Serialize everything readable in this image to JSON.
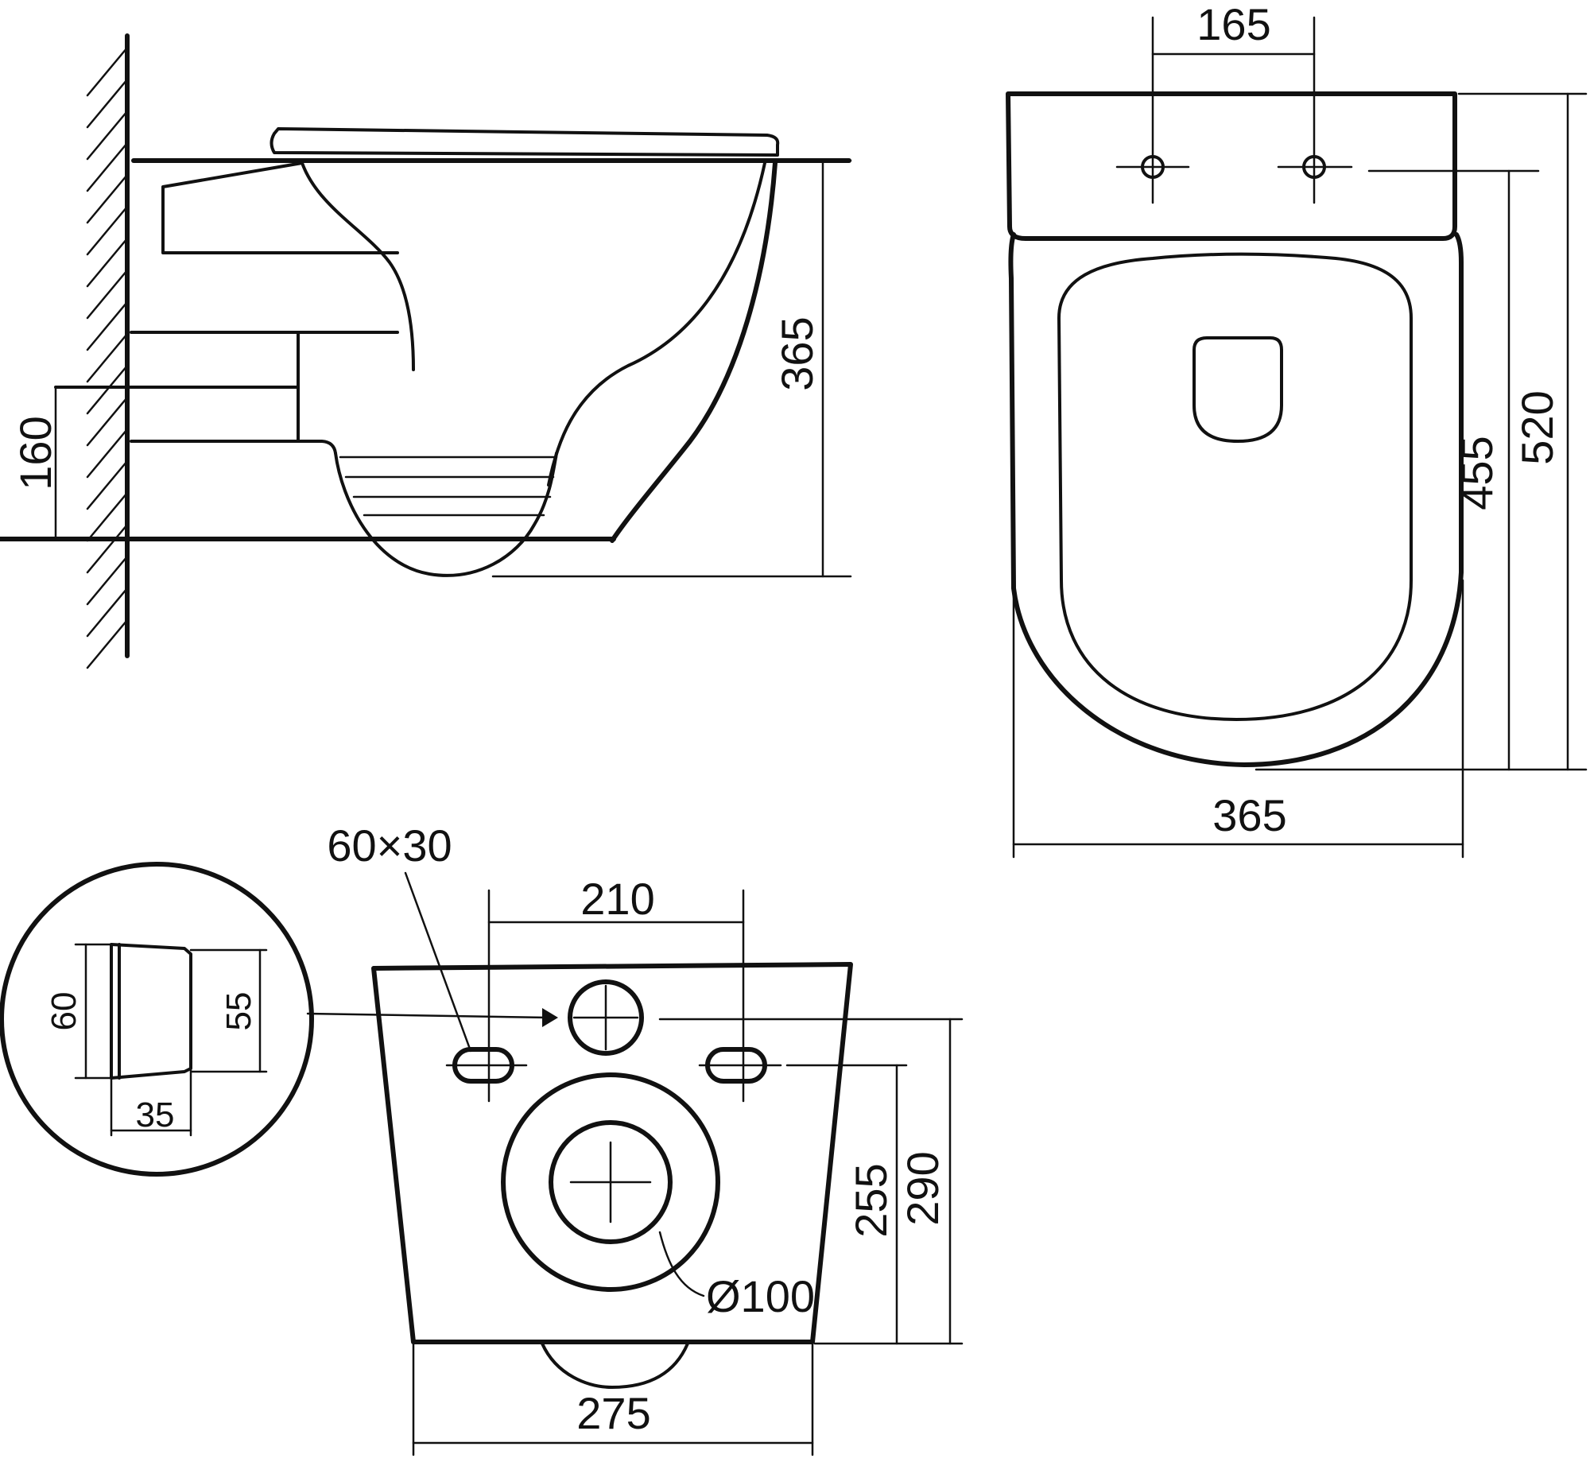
{
  "side_view": {
    "height_label": "365",
    "outlet_height_label": "160"
  },
  "top_view": {
    "hole_spacing_label": "165",
    "width_label": "365",
    "length_inner_label": "455",
    "length_total_label": "520"
  },
  "rear_view": {
    "bolt_slot_label": "60×30",
    "bolt_spacing_label": "210",
    "outlet_diameter_label": "Ø100",
    "bolt_height_label": "255",
    "top_height_label": "290",
    "base_width_label": "275"
  },
  "detail": {
    "height_left_label": "60",
    "height_right_label": "55",
    "width_label": "35"
  }
}
